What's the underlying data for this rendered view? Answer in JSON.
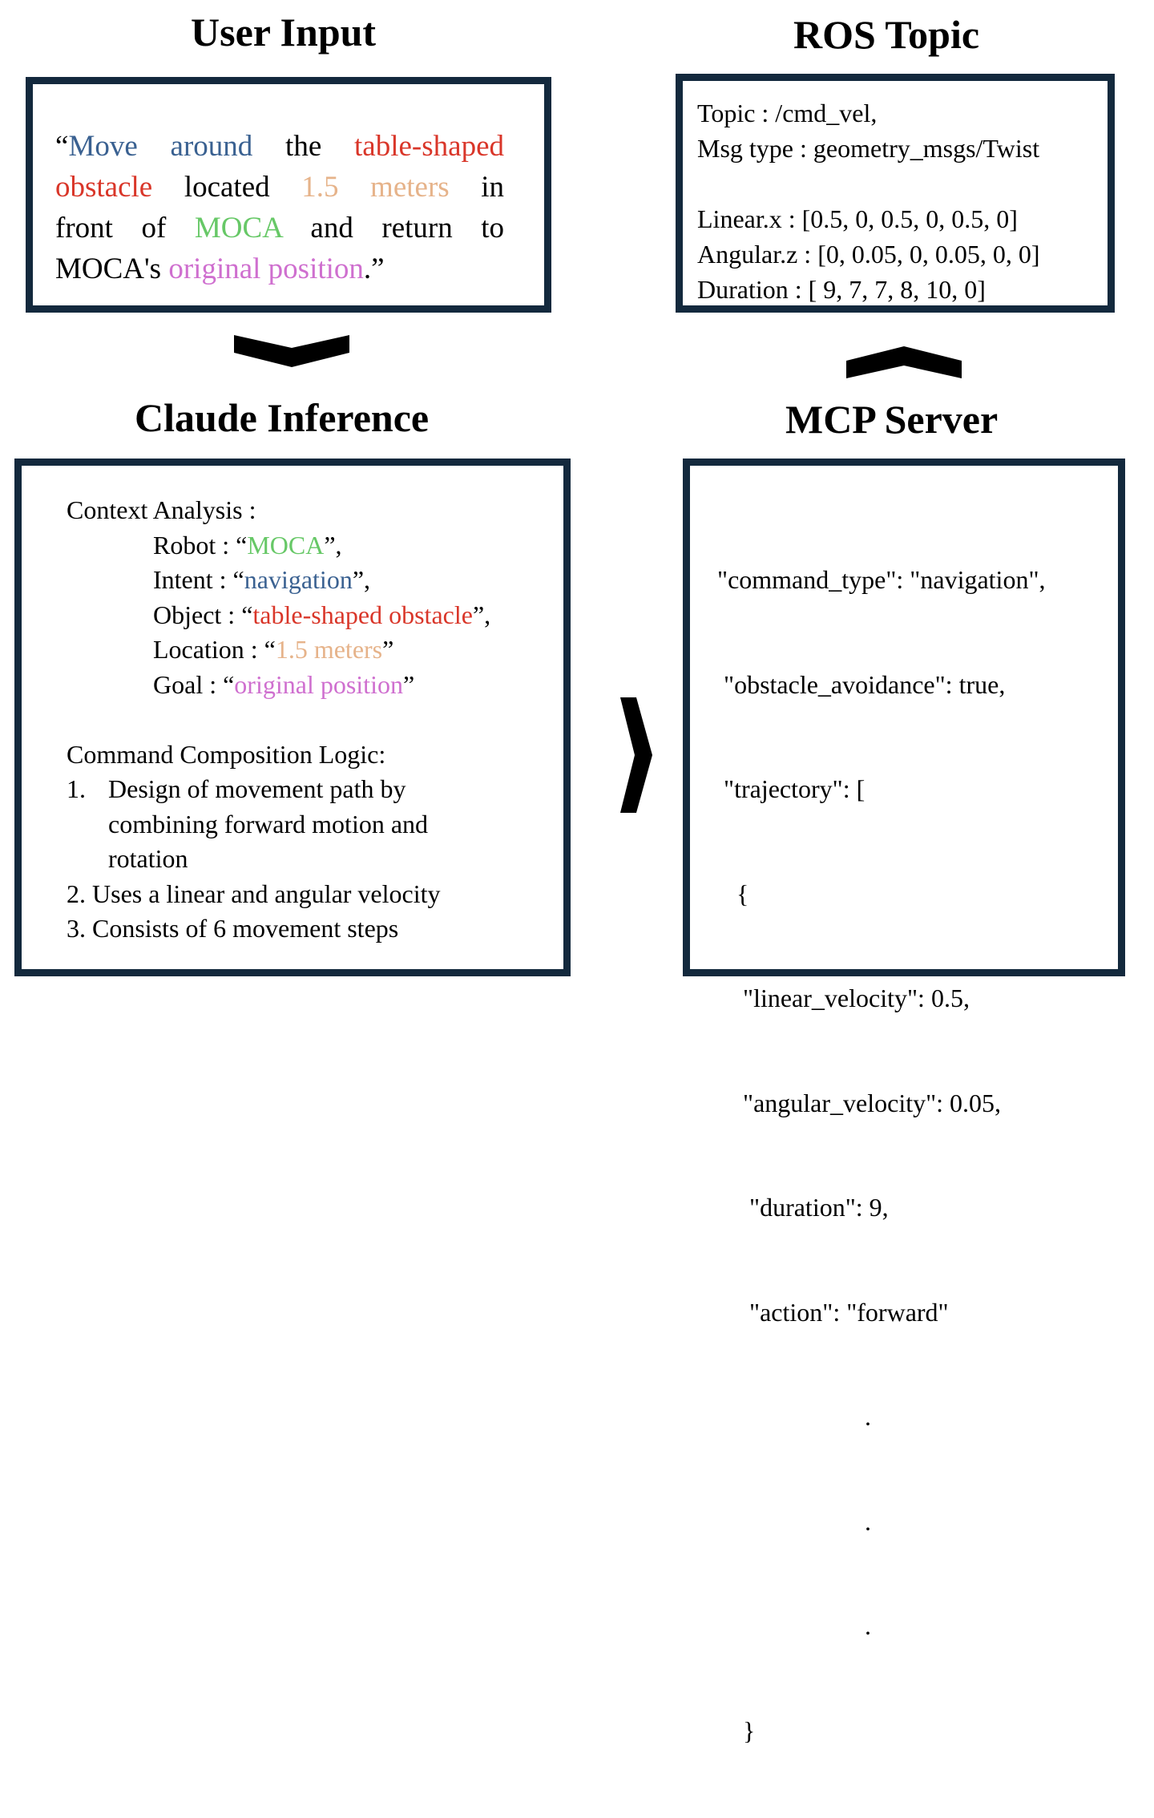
{
  "titles": {
    "user_input": "User Input",
    "ros_topic": "ROS Topic",
    "claude_inference": "Claude Inference",
    "mcp_server": "MCP Server"
  },
  "user_input": {
    "open_quote": "“",
    "move": "Move",
    "around": "around",
    "the": "the",
    "table_shaped": "table-shaped",
    "obstacle": "obstacle",
    "located": "located",
    "num": "1.5",
    "meters": "meters",
    "in": "in",
    "front": "front",
    "of": "of",
    "moca": "MOCA",
    "and": "and",
    "return": "return",
    "to": "to",
    "mocas": "MOCA's",
    "original_position": "original position",
    "close": ".”"
  },
  "ros_topic": {
    "lines": [
      "Topic : /cmd_vel,",
      "Msg type : geometry_msgs/Twist",
      "",
      "Linear.x : [0.5, 0, 0.5, 0, 0.5, 0]",
      "Angular.z : [0, 0.05, 0, 0.05, 0, 0]",
      "Duration : [ 9, 7, 7, 8, 10, 0]"
    ]
  },
  "claude": {
    "context_heading": "Context Analysis :",
    "fields": [
      {
        "label": "Robot : “",
        "value": "MOCA",
        "tail": "”,"
      },
      {
        "label": "Intent : “",
        "value": "navigation",
        "tail": "”,"
      },
      {
        "label": "Object : “",
        "value": "table-shaped obstacle",
        "tail": "”,"
      },
      {
        "label": "Location : “",
        "value": "1.5 meters",
        "tail": "”"
      },
      {
        "label": "Goal : “",
        "value": "original position",
        "tail": "”"
      }
    ],
    "logic_heading": "Command Composition Logic:",
    "item1_num": "1.",
    "item1_lines": [
      "Design of movement path by",
      "combining forward motion and",
      "rotation"
    ],
    "item2": "2. Uses a linear and angular velocity",
    "item3": "3. Consists of 6 movement steps"
  },
  "mcp": {
    "lines": [
      "\"command_type\": \"navigation\",",
      " \"obstacle_avoidance\": true,",
      " \"trajectory\": [",
      "   {",
      "    \"linear_velocity\": 0.5,",
      "    \"angular_velocity\": 0.05,",
      "     \"duration\": 9,",
      "     \"action\": \"forward\"",
      "                       .",
      "                       .",
      "                       .",
      "    }"
    ]
  },
  "colors": {
    "border": "#13293d",
    "navigation_blue": "#3a6191",
    "obstacle_red": "#d93629",
    "distance_tan": "#e6b38a",
    "robot_green": "#67c867",
    "goal_pink": "#cf6fcf"
  }
}
